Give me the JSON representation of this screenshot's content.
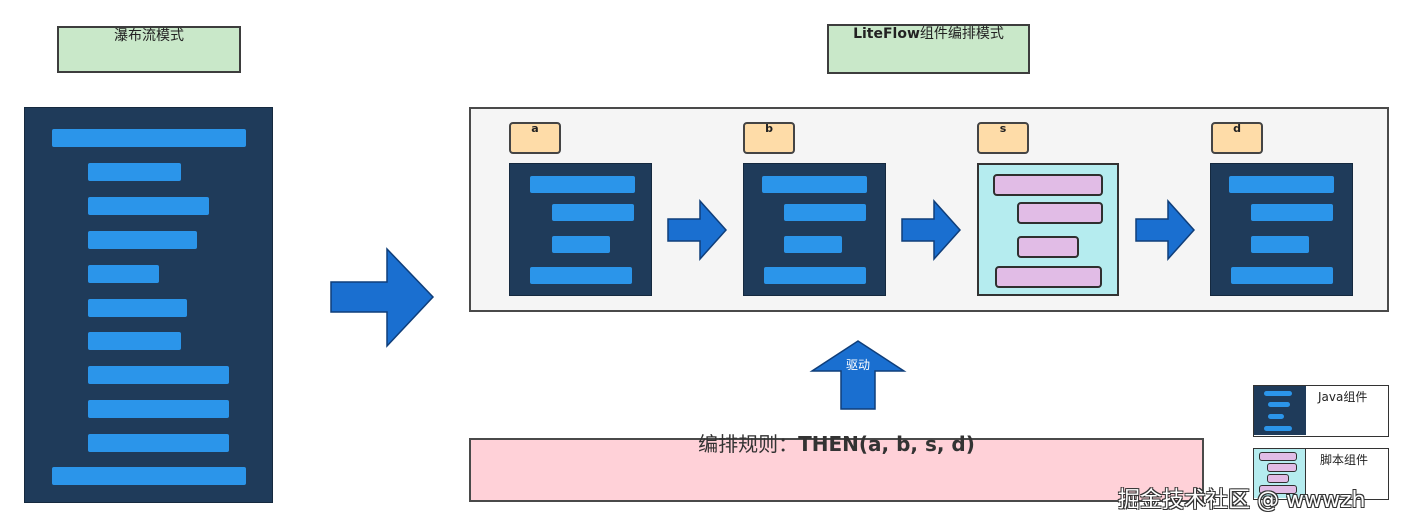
{
  "labels": {
    "waterfall_mode": "瀑布流模式",
    "liteflow_mode_prefix": "LiteFlow",
    "liteflow_mode_suffix": "组件编排模式",
    "drive": "驱动",
    "rule_prefix": "编排规则：",
    "rule_expression": "THEN(a, b, s, d)"
  },
  "components": [
    {
      "name": "a",
      "kind": "java"
    },
    {
      "name": "b",
      "kind": "java"
    },
    {
      "name": "s",
      "kind": "script"
    },
    {
      "name": "d",
      "kind": "java"
    }
  ],
  "legend": {
    "java": "Java组件",
    "script": "脚本组件"
  },
  "watermark": "掘金技术社区 @ wwwzh",
  "colors": {
    "dark_panel": "#1f3b5a",
    "bar_blue": "#2b95ea",
    "arrow_blue": "#1a6fd0",
    "title_green": "#c9e8c9",
    "label_orange": "#fedca8",
    "script_bg": "#b5ecef",
    "script_pill": "#e1bce6",
    "rule_pink": "#ffd1d8",
    "flow_bg": "#f5f5f5"
  }
}
